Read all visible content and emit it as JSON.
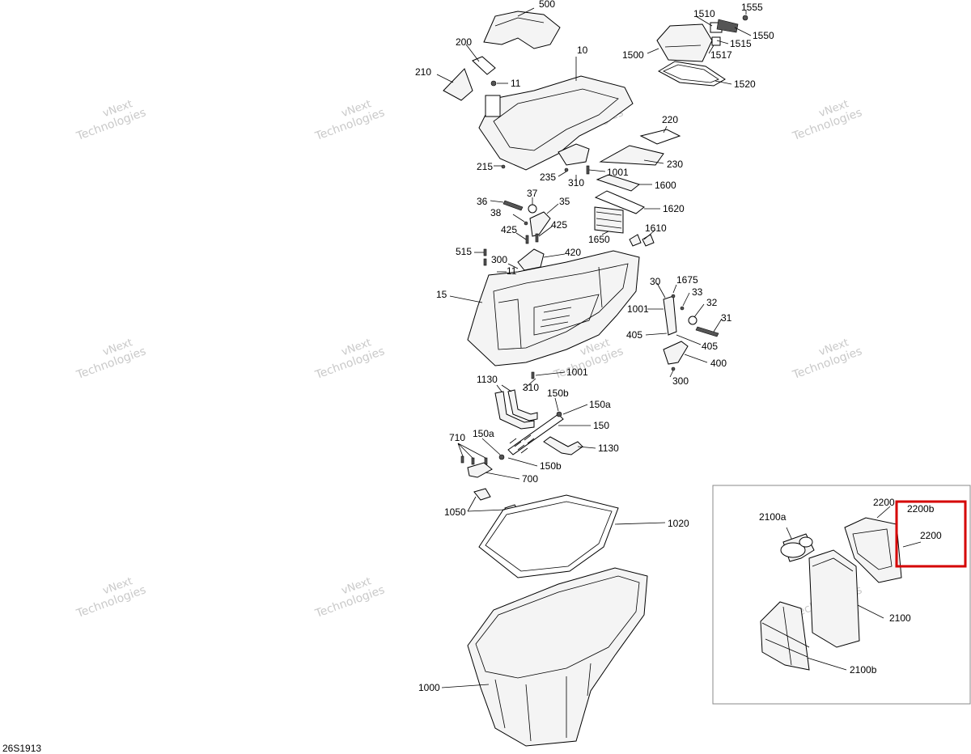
{
  "drawing_code": "26S1913",
  "watermark": {
    "line1": "vNext",
    "line2": "Technologies"
  },
  "highlight_color": "#d50000",
  "callouts": [
    "500",
    "1555",
    "1510",
    "200",
    "1550",
    "1515",
    "1500",
    "1517",
    "10",
    "210",
    "11",
    "1520",
    "220",
    "230",
    "215",
    "235",
    "1001",
    "310",
    "1600",
    "36",
    "37",
    "35",
    "1620",
    "38",
    "425",
    "425",
    "1650",
    "1610",
    "515",
    "420",
    "300",
    "11",
    "15",
    "30",
    "1675",
    "33",
    "1001",
    "32",
    "31",
    "405",
    "405",
    "400",
    "300",
    "1001",
    "1130",
    "310",
    "150b",
    "150a",
    "150",
    "710",
    "150a",
    "1130",
    "150b",
    "700",
    "1050",
    "1020",
    "1000",
    "2200",
    "2200b",
    "2100a",
    "2200",
    "2100",
    "2100b"
  ]
}
